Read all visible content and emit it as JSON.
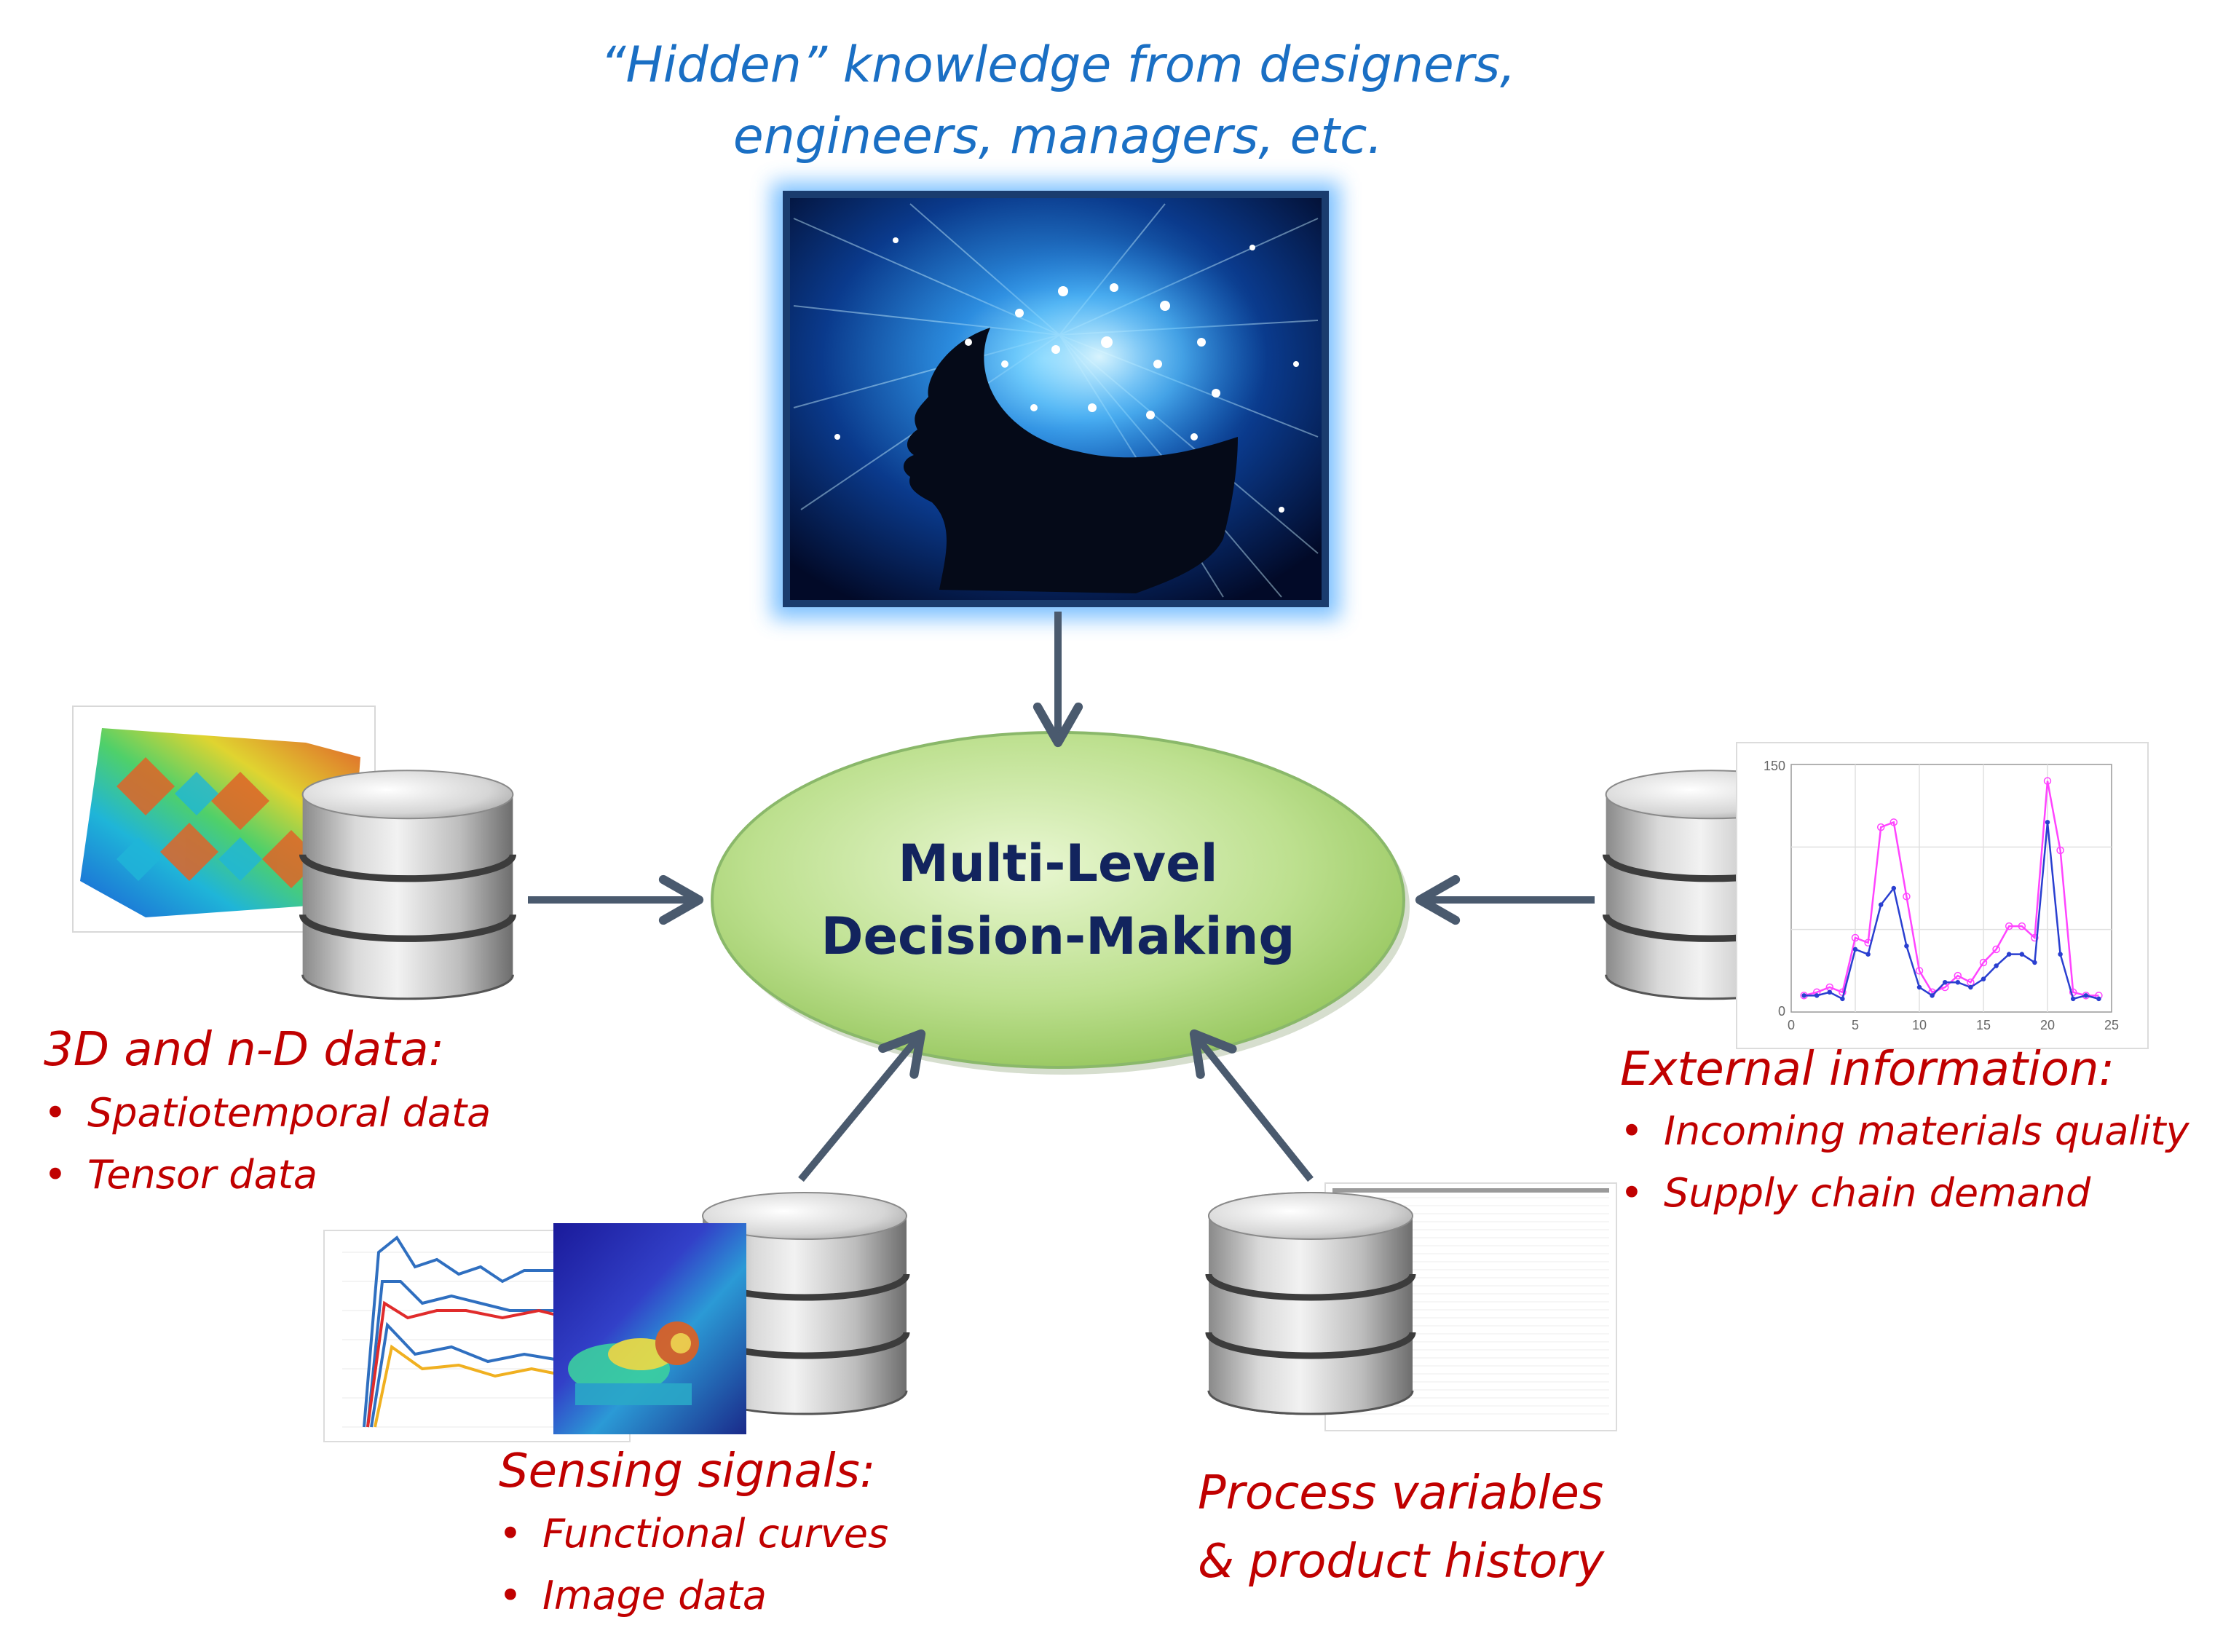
{
  "top": {
    "line1": "“Hidden” knowledge from designers,",
    "line2": "engineers, managers, etc."
  },
  "center": {
    "line1": "Multi-Level",
    "line2": "Decision-Making"
  },
  "left_block": {
    "heading": "3D and n-D data:",
    "bullets": [
      "Spatiotemporal data",
      "Tensor data"
    ]
  },
  "right_block": {
    "heading": "External information:",
    "bullets": [
      "Incoming materials quality",
      "Supply chain demand"
    ]
  },
  "bottom_left_block": {
    "heading": "Sensing signals:",
    "bullets": [
      "Functional curves",
      "Image data"
    ]
  },
  "bottom_right_block": {
    "line1": "Process variables",
    "line2": "& product history"
  },
  "bullet_char": "•",
  "colors": {
    "hidden_text": "#1a6fc4",
    "center_text": "#12245e",
    "red_text": "#c00000",
    "ellipse_fill": "#b9dd8a",
    "arrow": "#4a5a6e"
  },
  "chart_data": {
    "type": "line",
    "x": [
      1,
      2,
      3,
      4,
      5,
      6,
      7,
      8,
      9,
      10,
      11,
      12,
      13,
      14,
      15,
      16,
      17,
      18,
      19,
      20,
      21,
      22,
      23,
      24
    ],
    "series": [
      {
        "values": [
          10,
          12,
          15,
          12,
          45,
          42,
          112,
          115,
          70,
          25,
          12,
          15,
          22,
          18,
          30,
          38,
          52,
          52,
          45,
          140,
          98,
          12,
          10,
          10
        ]
      },
      {
        "values": [
          10,
          10,
          12,
          8,
          38,
          35,
          65,
          75,
          40,
          15,
          10,
          18,
          18,
          15,
          20,
          28,
          35,
          35,
          30,
          115,
          35,
          8,
          10,
          8
        ]
      }
    ],
    "x_ticks": [
      "0",
      "5",
      "10",
      "15",
      "20",
      "25"
    ],
    "y_ticks": [
      "0",
      "150"
    ],
    "xlim": [
      0,
      25
    ],
    "ylim": [
      0,
      150
    ],
    "grid": true
  }
}
